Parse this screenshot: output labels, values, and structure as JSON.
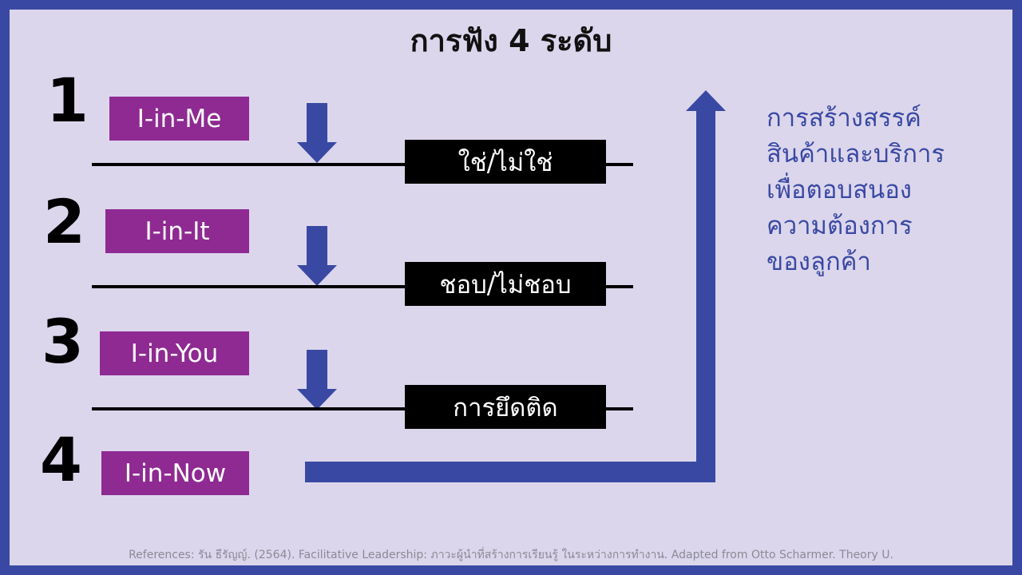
{
  "title": "การฟัง 4 ระดับ",
  "levels": [
    {
      "number": "1",
      "label": "I-in-Me"
    },
    {
      "number": "2",
      "label": "I-in-It"
    },
    {
      "number": "3",
      "label": "I-in-You"
    },
    {
      "number": "4",
      "label": "I-in-Now"
    }
  ],
  "barriers": [
    "ใช่/ไม่ใช่",
    "ชอบ/ไม่ชอบ",
    "การยึดติด"
  ],
  "result_lines": [
    "การสร้างสรรค์",
    "สินค้าและบริการ",
    "เพื่อตอบสนอง",
    "ความต้องการ",
    "ของลูกค้า"
  ],
  "reference": "References: รัน ธีรัญญ์. (2564). Facilitative Leadership: ภาวะผู้นำที่สร้างการเรียนรู้ ในระหว่างการทำงาน. Adapted from Otto Scharmer. Theory U.",
  "colors": {
    "frame": "#3949a3",
    "background": "#dcd6ec",
    "tag": "#8e2a92",
    "arrow": "#3949a3",
    "barrier": "#000000"
  }
}
